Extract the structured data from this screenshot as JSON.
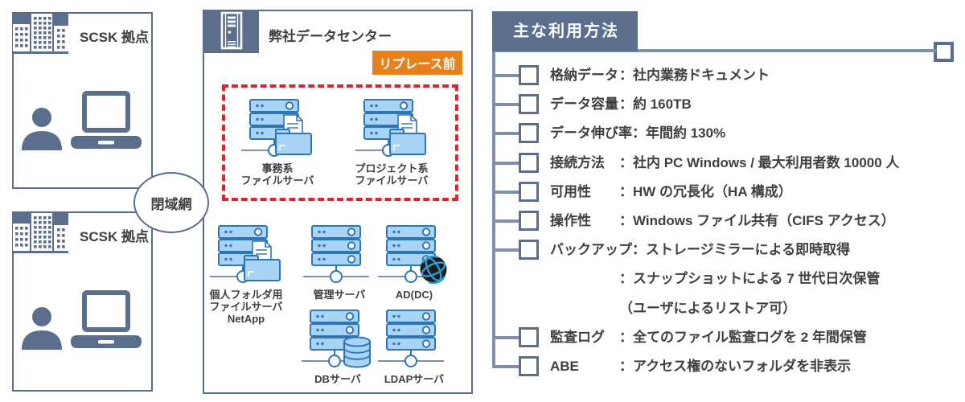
{
  "palette": {
    "slate": "#5b6e8e",
    "line": "#7e8fa9",
    "text": "#3f3f3f",
    "red": "#e5202e",
    "orange": "#e8801b",
    "server_fill": "#aad4f5",
    "server_stroke": "#2e75b6",
    "globe_black": "#1b1b1b",
    "globe_blue": "#2d9fd8"
  },
  "sites": {
    "top": {
      "label": "SCSK 拠点"
    },
    "bottom": {
      "label": "SCSK 拠点"
    }
  },
  "network": {
    "label": "閉域網"
  },
  "datacenter": {
    "title": "弊社データセンター",
    "badge": "リプレース前",
    "replace_group": [
      {
        "icon": "file-server",
        "label_lines": [
          "事務系",
          "ファイルサーバ"
        ]
      },
      {
        "icon": "file-server",
        "label_lines": [
          "プロジェクト系",
          "ファイルサーバ"
        ]
      }
    ],
    "servers": [
      {
        "icon": "file-server",
        "label_lines": [
          "個人フォルダ用",
          "ファイルサーバ",
          "NetApp"
        ]
      },
      {
        "icon": "server",
        "label_lines": [
          "管理サーバ"
        ]
      },
      {
        "icon": "ad-server",
        "label_lines": [
          "AD(DC)"
        ]
      },
      {
        "icon": "db-server",
        "label_lines": [
          "DBサーバ"
        ]
      },
      {
        "icon": "ldap-server",
        "label_lines": [
          "LDAPサーバ"
        ]
      }
    ]
  },
  "usage": {
    "title": "主な利用方法",
    "items": [
      {
        "label": "格納データ",
        "values": [
          "：社内業務ドキュメント"
        ]
      },
      {
        "label": "データ容量",
        "values": [
          "：約 160TB"
        ]
      },
      {
        "label": "データ伸び率",
        "values": [
          "：年間約 130%"
        ]
      },
      {
        "label": "接続方法",
        "values": [
          "：社内 PC Windows / 最大利用者数 10000 人"
        ]
      },
      {
        "label": "可用性",
        "values": [
          "：HW の冗長化（HA 構成）"
        ]
      },
      {
        "label": "操作性",
        "values": [
          "：Windows ファイル共有（CIFS アクセス）"
        ]
      },
      {
        "label": "バックアップ",
        "values": [
          "：ストレージミラーによる即時取得",
          "：スナップショットによる 7 世代日次保管",
          "（ユーザによるリストア可）"
        ]
      },
      {
        "label": "監査ログ",
        "values": [
          "：全てのファイル監査ログを 2 年間保管"
        ]
      },
      {
        "label": "ABE",
        "values": [
          "：アクセス権のないフォルダを非表示"
        ]
      }
    ]
  }
}
